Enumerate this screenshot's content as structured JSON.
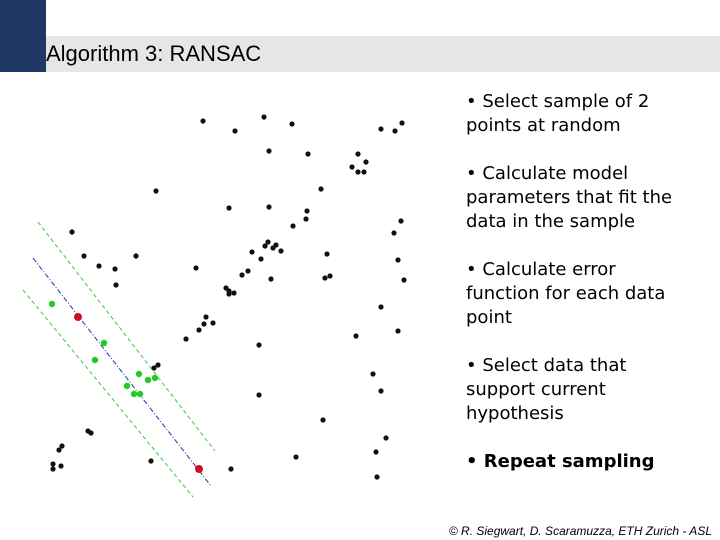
{
  "slide": {
    "title": "Algorithm 3: RANSAC",
    "copyright": "© R. Siegwart, D. Scaramuzza, ETH Zurich - ASL",
    "colors": {
      "brand": "#1f3864",
      "title_band": "#e6e6e6",
      "inlier": "#22cc22",
      "sample": "#cc1122",
      "point": "#111111",
      "model_line": "#2233aa",
      "band": "#33cc33"
    }
  },
  "bullets": [
    {
      "text": "• Select sample of 2\npoints at random",
      "bold": false
    },
    {
      "text": "• Calculate model\nparameters that fit the\ndata in the sample",
      "bold": false
    },
    {
      "text": "• Calculate error\nfunction for each data\npoint",
      "bold": false
    },
    {
      "text": "• Select data that\nsupport current\nhypothesis",
      "bold": false
    },
    {
      "text": "• Repeat sampling",
      "bold": true
    }
  ],
  "chart_data": {
    "type": "scatter",
    "title": "",
    "xlabel": "",
    "ylabel": "",
    "grid": false,
    "series": [
      {
        "role": "outliers",
        "points": [
          [
            203,
            121
          ],
          [
            235,
            131
          ],
          [
            264,
            117
          ],
          [
            292,
            124
          ],
          [
            381,
            129
          ],
          [
            395,
            131
          ],
          [
            402,
            123
          ],
          [
            269,
            151
          ],
          [
            308,
            154
          ],
          [
            358,
            154
          ],
          [
            366,
            162
          ],
          [
            352,
            167
          ],
          [
            358,
            172
          ],
          [
            364,
            172
          ],
          [
            321,
            189
          ],
          [
            156,
            191
          ],
          [
            229,
            208
          ],
          [
            269,
            207
          ],
          [
            307,
            211
          ],
          [
            306,
            219
          ],
          [
            293,
            226
          ],
          [
            401,
            221
          ],
          [
            394,
            233
          ],
          [
            72,
            232
          ],
          [
            268,
            242
          ],
          [
            265,
            246
          ],
          [
            276,
            245
          ],
          [
            273,
            248
          ],
          [
            281,
            251
          ],
          [
            252,
            252
          ],
          [
            261,
            259
          ],
          [
            84,
            256
          ],
          [
            99,
            266
          ],
          [
            136,
            256
          ],
          [
            327,
            254
          ],
          [
            398,
            260
          ],
          [
            115,
            269
          ],
          [
            196,
            268
          ],
          [
            248,
            271
          ],
          [
            242,
            275
          ],
          [
            271,
            279
          ],
          [
            330,
            276
          ],
          [
            325,
            278
          ],
          [
            404,
            280
          ],
          [
            116,
            285
          ],
          [
            226,
            288
          ],
          [
            229,
            294
          ],
          [
            234,
            293
          ],
          [
            229,
            291
          ],
          [
            381,
            307
          ],
          [
            206,
            317
          ],
          [
            213,
            323
          ],
          [
            204,
            324
          ],
          [
            199,
            330
          ],
          [
            186,
            339
          ],
          [
            356,
            336
          ],
          [
            398,
            331
          ],
          [
            259,
            345
          ],
          [
            158,
            365
          ],
          [
            154,
            368
          ],
          [
            373,
            374
          ],
          [
            381,
            391
          ],
          [
            259,
            395
          ],
          [
            323,
            420
          ],
          [
            88,
            431
          ],
          [
            91,
            433
          ],
          [
            386,
            438
          ],
          [
            62,
            446
          ],
          [
            59,
            450
          ],
          [
            296,
            457
          ],
          [
            376,
            452
          ],
          [
            151,
            461
          ],
          [
            53,
            464
          ],
          [
            53,
            469
          ],
          [
            61,
            466
          ],
          [
            231,
            469
          ],
          [
            377,
            477
          ]
        ]
      },
      {
        "role": "inliers",
        "points": [
          [
            52,
            304
          ],
          [
            104,
            343
          ],
          [
            95,
            360
          ],
          [
            139,
            374
          ],
          [
            127,
            386
          ],
          [
            148,
            380
          ],
          [
            155,
            378
          ],
          [
            134,
            394
          ],
          [
            140,
            394
          ]
        ]
      },
      {
        "role": "random-sample",
        "points": [
          [
            78,
            317
          ],
          [
            199,
            469
          ]
        ]
      }
    ],
    "model_line": {
      "from": [
        33,
        258
      ],
      "to": [
        211,
        486
      ]
    },
    "band_lines": [
      {
        "from": [
          38,
          222
        ],
        "to": [
          215,
          451
        ]
      },
      {
        "from": [
          23,
          290
        ],
        "to": [
          193,
          497
        ]
      }
    ]
  }
}
